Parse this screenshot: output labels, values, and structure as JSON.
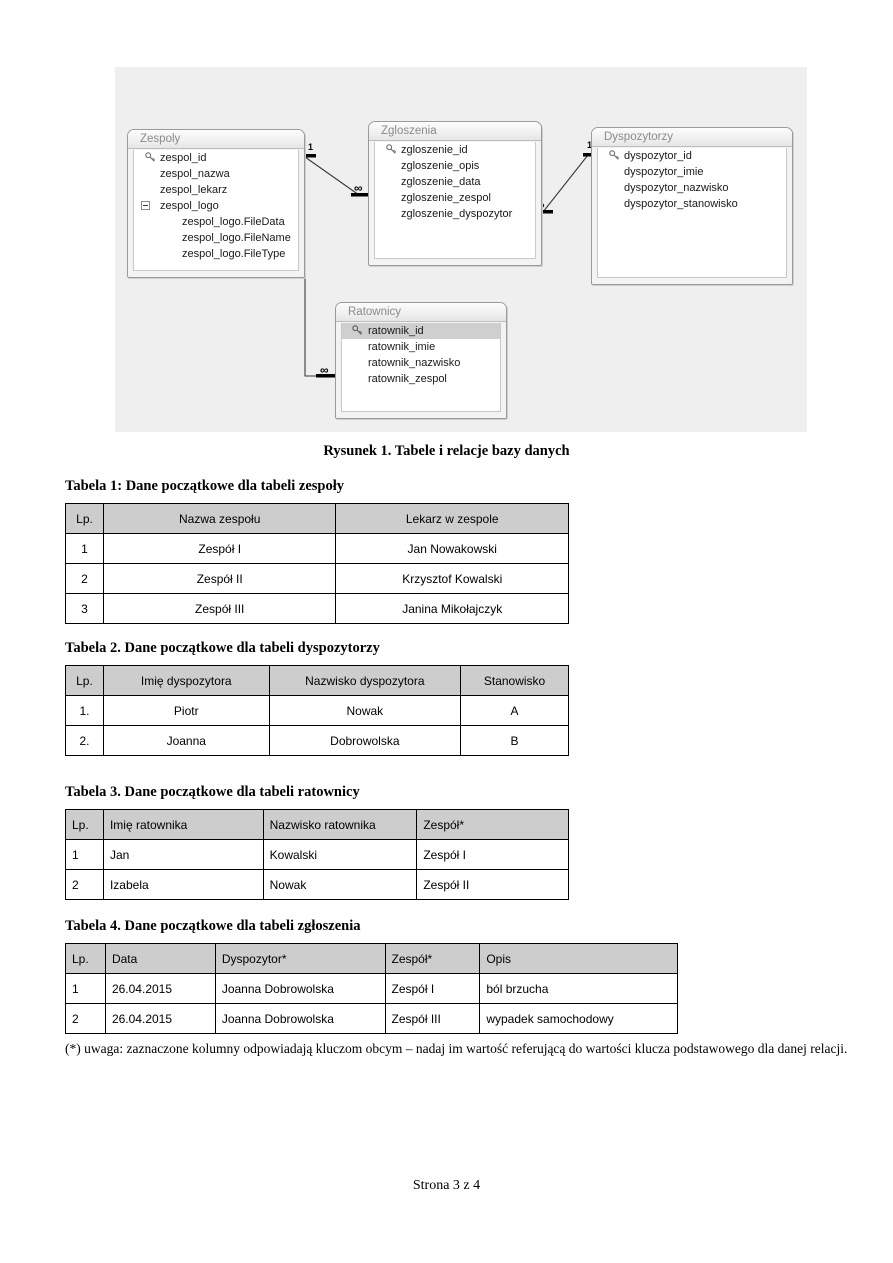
{
  "diagram": {
    "caption": "Rysunek 1. Tabele i relacje bazy danych",
    "tables": [
      {
        "name": "Zespoly",
        "fields": [
          {
            "label": "zespol_id",
            "key": true
          },
          {
            "label": "zespol_nazwa"
          },
          {
            "label": "zespol_lekarz"
          },
          {
            "label": "zespol_logo",
            "expand": true
          },
          {
            "label": "zespol_logo.FileData",
            "indent": true
          },
          {
            "label": "zespol_logo.FileName",
            "indent": true
          },
          {
            "label": "zespol_logo.FileType",
            "indent": true
          }
        ]
      },
      {
        "name": "Zgloszenia",
        "fields": [
          {
            "label": "zgloszenie_id",
            "key": true
          },
          {
            "label": "zgloszenie_opis"
          },
          {
            "label": "zgloszenie_data"
          },
          {
            "label": "zgloszenie_zespol"
          },
          {
            "label": "zgloszenie_dyspozytor"
          }
        ]
      },
      {
        "name": "Dyspozytorzy",
        "fields": [
          {
            "label": "dyspozytor_id",
            "key": true
          },
          {
            "label": "dyspozytor_imie"
          },
          {
            "label": "dyspozytor_nazwisko"
          },
          {
            "label": "dyspozytor_stanowisko"
          }
        ]
      },
      {
        "name": "Ratownicy",
        "fields": [
          {
            "label": "ratownik_id",
            "key": true,
            "selected": true
          },
          {
            "label": "ratownik_imie"
          },
          {
            "label": "ratownik_nazwisko"
          },
          {
            "label": "ratownik_zespol"
          }
        ]
      }
    ],
    "cardinality": {
      "one": "1",
      "many": "∞"
    }
  },
  "table1": {
    "caption": "Tabela 1: Dane początkowe dla tabeli zespoły",
    "headers": [
      "Lp.",
      "Nazwa zespołu",
      "Lekarz w zespole"
    ],
    "rows": [
      [
        "1",
        "Zespół I",
        "Jan Nowakowski"
      ],
      [
        "2",
        "Zespół II",
        "Krzysztof Kowalski"
      ],
      [
        "3",
        "Zespół III",
        "Janina Mikołajczyk"
      ]
    ]
  },
  "table2": {
    "caption": "Tabela 2. Dane początkowe dla tabeli dyspozytorzy",
    "headers": [
      "Lp.",
      "Imię dyspozytora",
      "Nazwisko dyspozytora",
      "Stanowisko"
    ],
    "rows": [
      [
        "1.",
        "Piotr",
        "Nowak",
        "A"
      ],
      [
        "2.",
        "Joanna",
        "Dobrowolska",
        "B"
      ]
    ]
  },
  "table3": {
    "caption": "Tabela 3. Dane początkowe dla tabeli ratownicy",
    "headers": [
      "Lp.",
      "Imię ratownika",
      "Nazwisko ratownika",
      "Zespół*"
    ],
    "rows": [
      [
        "1",
        "Jan",
        "Kowalski",
        "Zespół I"
      ],
      [
        "2",
        "Izabela",
        "Nowak",
        "Zespół II"
      ]
    ]
  },
  "table4": {
    "caption": "Tabela 4. Dane początkowe dla tabeli zgłoszenia",
    "headers": [
      "Lp.",
      "Data",
      "Dyspozytor*",
      "Zespół*",
      "Opis"
    ],
    "rows": [
      [
        "1",
        "26.04.2015",
        "Joanna Dobrowolska",
        "Zespół I",
        "ból brzucha"
      ],
      [
        "2",
        "26.04.2015",
        "Joanna Dobrowolska",
        "Zespół III",
        "wypadek samochodowy"
      ]
    ]
  },
  "footnote": "(*) uwaga: zaznaczone kolumny odpowiadają kluczom obcym – nadaj im wartość referującą do wartości klucza podstawowego dla danej relacji.",
  "footer": "Strona 3 z 4"
}
